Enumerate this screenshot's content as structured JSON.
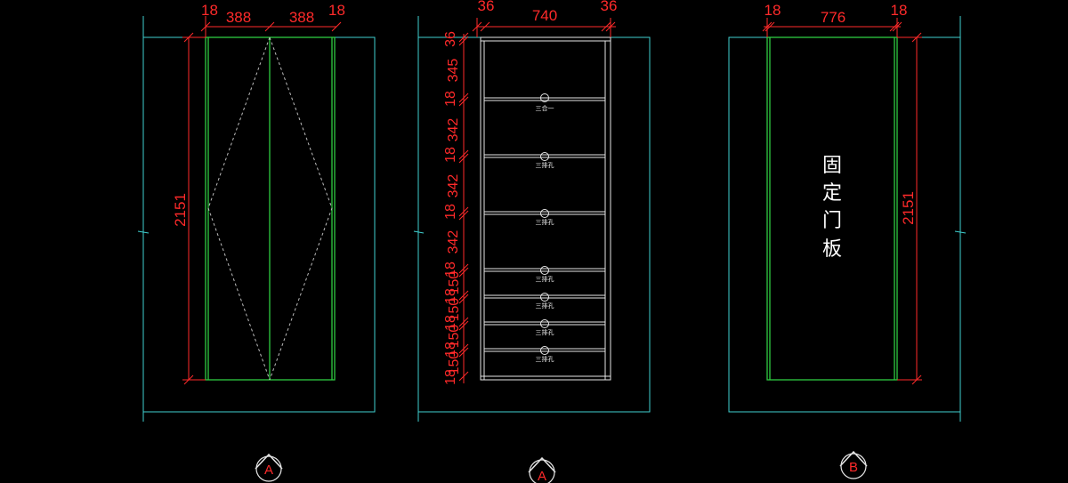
{
  "panel_a_left": {
    "dims_top": [
      "18",
      "388",
      "388",
      "18"
    ],
    "height": "2151",
    "marker": "A"
  },
  "panel_middle": {
    "dims_top": [
      "36",
      "740",
      "36"
    ],
    "dims_left": [
      "36",
      "345",
      "18",
      "342",
      "18",
      "342",
      "18",
      "342",
      "18",
      "150",
      "18",
      "150",
      "18",
      "150",
      "18",
      "150",
      "18"
    ],
    "shelf_notes": [
      "三合一",
      "三排孔",
      "三排孔",
      "三排孔",
      "三排孔",
      "三排孔",
      "三排孔"
    ],
    "marker": "A"
  },
  "panel_b_right": {
    "dims_top": [
      "18",
      "776",
      "18"
    ],
    "height": "2151",
    "label_chars": [
      "固",
      "定",
      "门",
      "板"
    ],
    "marker": "B"
  },
  "colors": {
    "dimension": "#ff2a2a",
    "outline": "#3fd0d0",
    "panel": "#2ecc40",
    "shelf": "#e6e6e6",
    "background": "#000000"
  }
}
